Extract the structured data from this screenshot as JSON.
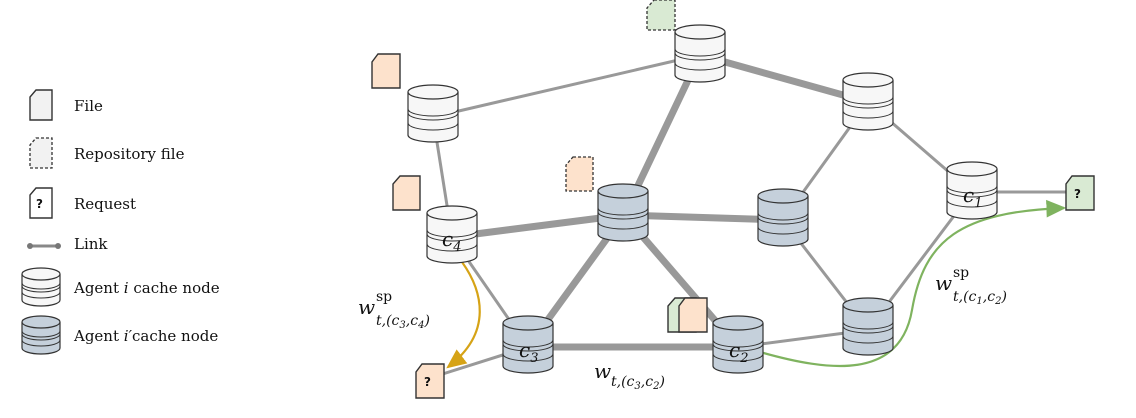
{
  "colors": {
    "file_fill": "#f2f2f2",
    "request_orange": "#fde2cc",
    "request_green": "#d9ead3",
    "agent_i_fill": "#f7f7f7",
    "agent_i2_fill": "#c5d0db",
    "link": "#999999",
    "path_orange": "#d6a316",
    "path_green": "#7fb35f"
  },
  "legend": {
    "file": "File",
    "repository_file": "Repository file",
    "request": "Request",
    "link": "Link",
    "agent_i_prefix": "Agent ",
    "agent_i_var": "i",
    "agent_i_suffix": " cache node",
    "agent_i2_prefix": "Agent ",
    "agent_i2_var": "i′",
    "agent_i2_suffix": "cache node"
  },
  "request_symbol": "?",
  "labels": {
    "c1_base": "c",
    "c1_sub": "1",
    "c2_base": "c",
    "c2_sub": "2",
    "c3_base": "c",
    "c3_sub": "3",
    "c4_base": "c",
    "c4_sub": "4",
    "w_left_base": "w",
    "w_left_sup": "sp",
    "w_left_sub": "t,(c",
    "w_left_sub_a": "3",
    "w_left_sub_mid": ",c",
    "w_left_sub_b": "4",
    "w_left_sub_end": ")",
    "w_right_base": "w",
    "w_right_sup": "sp",
    "w_right_sub": "t,(c",
    "w_right_sub_a": "1",
    "w_right_sub_mid": ",c",
    "w_right_sub_b": "2",
    "w_right_sub_end": ")",
    "w_mid_base": "w",
    "w_mid_sub": "t,(c",
    "w_mid_sub_a": "3",
    "w_mid_sub_mid": ",c",
    "w_mid_sub_b": "2",
    "w_mid_sub_end": ")"
  }
}
